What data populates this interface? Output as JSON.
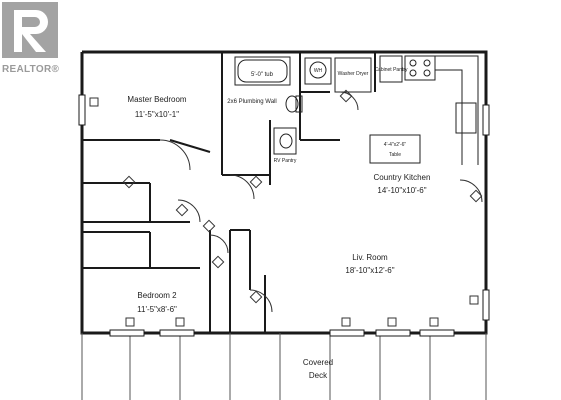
{
  "branding": {
    "realtor_logo_text": "REALTOR®"
  },
  "rooms": {
    "master_bedroom": {
      "name": "Master Bedroom",
      "size": "11'-5\"x10'-1\""
    },
    "bathroom": {
      "tub_label": "5'-0\" tub",
      "wall_label": "2x6 Plumbing Wall"
    },
    "laundry": {
      "wh_label": "WH",
      "washer_dryer_label": "Washer Dryer",
      "cabinet_pantry_label": "Cabinet Pantry"
    },
    "kitchen": {
      "name": "Country Kitchen",
      "size": "14'-10\"x10'-6\"",
      "table_label": "Table",
      "table_size": "4'-4\"x2'-6\""
    },
    "living_room": {
      "name": "Liv. Room",
      "size": "18'-10\"x12'-6\""
    },
    "bedroom_2": {
      "name": "Bedroom 2",
      "size": "11'-5\"x8'-6\""
    },
    "deck": {
      "name_line1": "Covered",
      "name_line2": "Deck"
    },
    "pantry": {
      "label": "RV Pantry"
    }
  }
}
